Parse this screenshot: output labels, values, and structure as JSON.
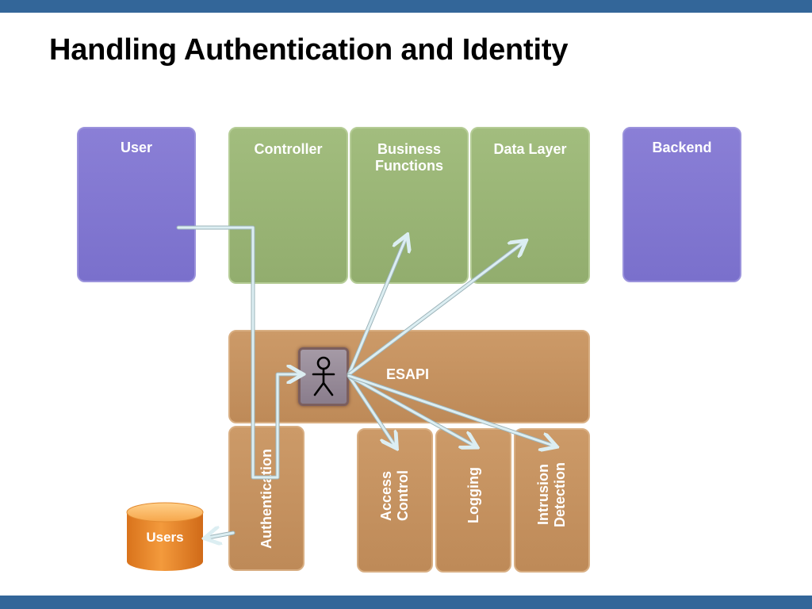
{
  "slide": {
    "title": "Handling Authentication and Identity"
  },
  "diagram": {
    "user": "User",
    "controller": "Controller",
    "business": "Business\nFunctions",
    "data_layer": "Data Layer",
    "backend": "Backend",
    "esapi": "ESAPI",
    "authentication": "Authentication",
    "access_control": "Access\nControl",
    "logging": "Logging",
    "intrusion": "Intrusion\nDetection",
    "users_db": "Users"
  },
  "colors": {
    "header_bar": "#336699",
    "purple_box": "#7a70cc",
    "green_box": "#92ad6e",
    "tan_box": "#be8a58",
    "arrow": "#dceef2",
    "database": "#e8882a"
  },
  "icons": {
    "actor": "stick-figure-icon",
    "database": "database-cylinder-icon"
  }
}
